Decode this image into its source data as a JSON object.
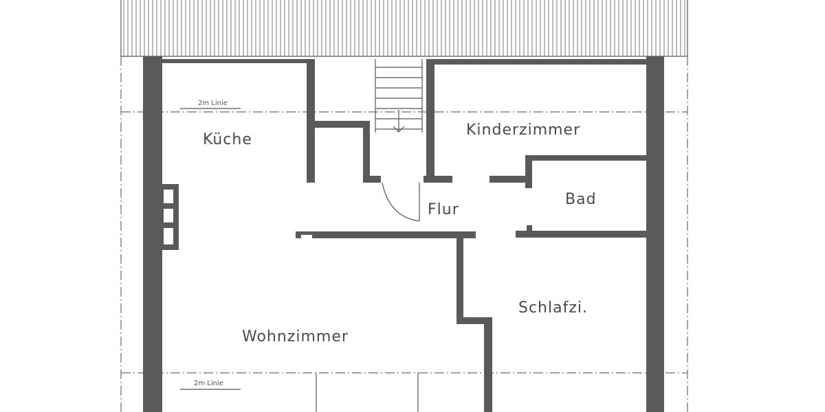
{
  "rooms": {
    "kueche": "Küche",
    "kinderzimmer": "Kinderzimmer",
    "flur": "Flur",
    "bad": "Bad",
    "schlafzimmer": "Schlafzi.",
    "wohnzimmer": "Wohnzimmer"
  },
  "notes": {
    "line_top": "2m Linie",
    "line_bottom": "2m Linie"
  },
  "colors": {
    "wall": "#5a5a5a",
    "line": "#6a6a6a",
    "text": "#4a4a4a"
  }
}
